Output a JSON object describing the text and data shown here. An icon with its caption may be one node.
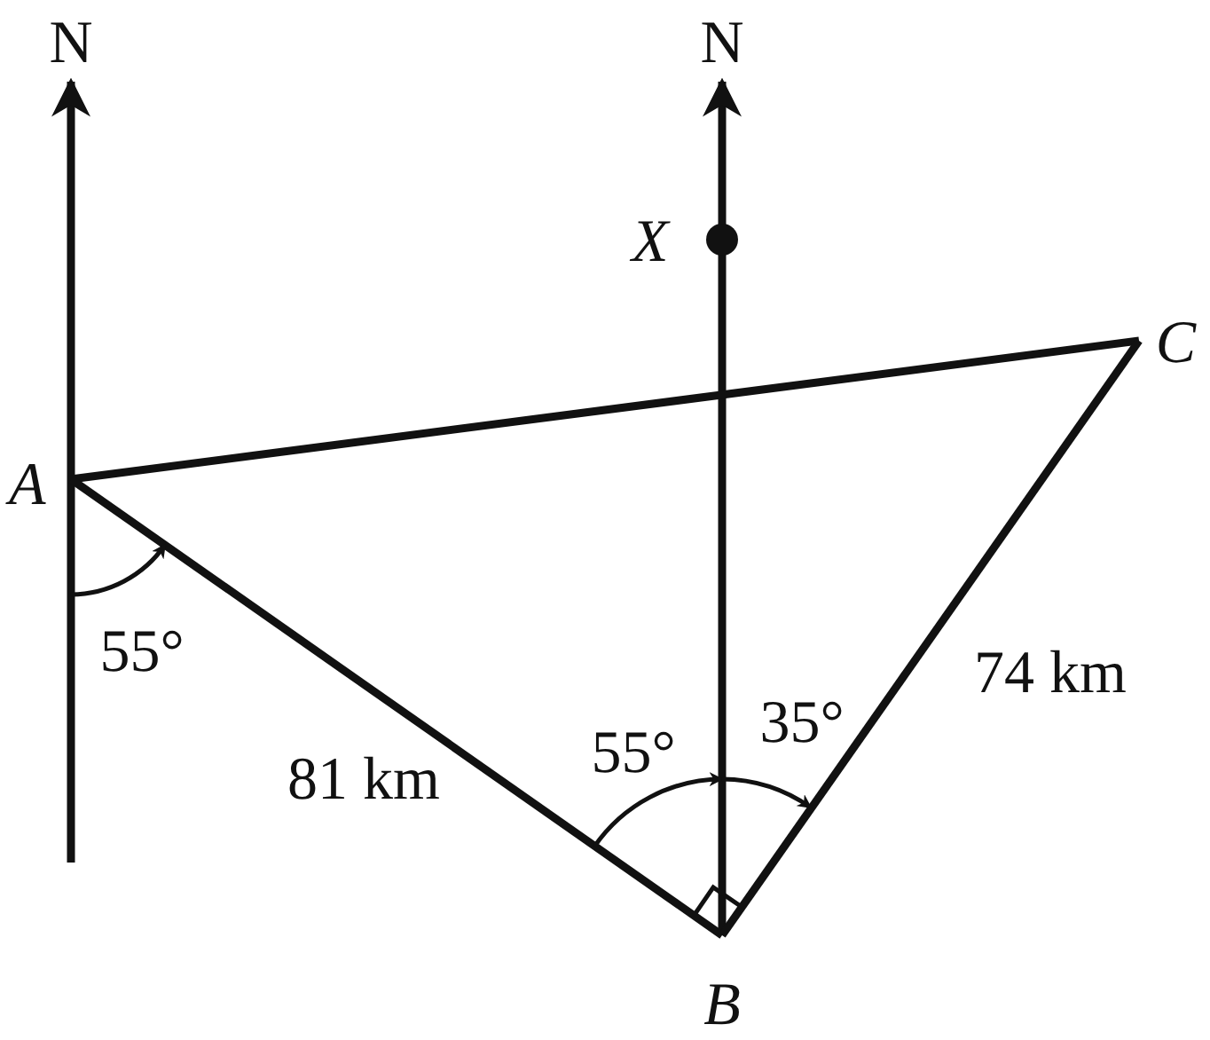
{
  "diagram": {
    "nodes": [
      {
        "text": [
          "N"
        ]
      },
      {
        "text": [
          "N"
        ]
      },
      {
        "text": [
          "X"
        ]
      },
      {
        "text": [
          "C"
        ]
      },
      {
        "text": [
          "A"
        ]
      },
      {
        "text": [
          "B"
        ]
      }
    ],
    "edges": [
      {
        "from": 4,
        "to": 0,
        "arrow": "to"
      },
      {
        "from": 2,
        "to": 1,
        "arrow": "to"
      },
      {
        "from": 5,
        "to": 2,
        "arrow": "none"
      },
      {
        "from": 4,
        "to": 3,
        "arrow": "none"
      },
      {
        "from": 4,
        "to": 5,
        "arrow": "none",
        "label": "81 km"
      },
      {
        "from": 5,
        "to": 3,
        "arrow": "none",
        "label": "74 km"
      }
    ],
    "labels": [
      "55°",
      "55°",
      "35°"
    ]
  }
}
